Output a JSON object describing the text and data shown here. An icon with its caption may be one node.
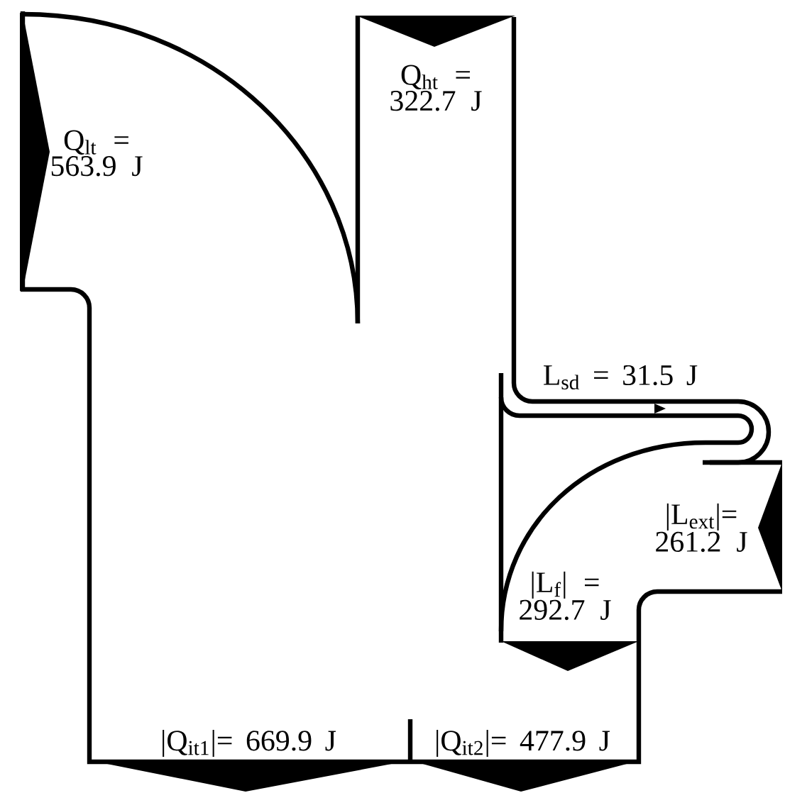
{
  "diagram": {
    "labels": [
      "Q$_{lt}$ = 563.9 J",
      "Q$_{ht}$ = 322.7 J",
      "L$_{sd}$ = 31.5 J",
      "|L$_{ext}$|= 261.2 J",
      "|L$_{f}$| = 292.7 J",
      "|Q$_{it1}$|= 669.9 J",
      "|Q$_{it2}$|= 477.9 J"
    ]
  }
}
